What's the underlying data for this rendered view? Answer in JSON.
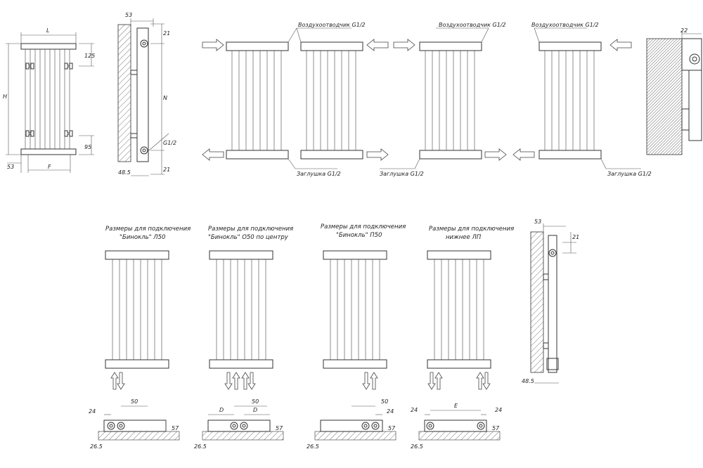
{
  "dims": {
    "L": "L",
    "H": "H",
    "F": "F",
    "N": "N",
    "D": "D",
    "E": "E",
    "v53": "53",
    "v125": "125",
    "v95": "95",
    "v21": "21",
    "v485": "48.5",
    "vG12": "G1/2",
    "v22": "22",
    "v50": "50",
    "v24": "24",
    "v57": "57",
    "v265": "26.5"
  },
  "labels": {
    "air_vent": "Воздухоотводчик G1/2",
    "plug": "Заглушка G1/2"
  },
  "captions": {
    "c1_line1": "Размеры для подключения",
    "c1_line2": "\"Бинокль\" Л50",
    "c2_line1": "Размеры для подключения",
    "c2_line2": "\"Бинокль\" О50 по центру",
    "c3_line1": "Размеры для подключения",
    "c3_line2": "\"Бинокль\" П50",
    "c4_line1": "Размеры для подключения",
    "c4_line2": "нижнее ЛП"
  }
}
